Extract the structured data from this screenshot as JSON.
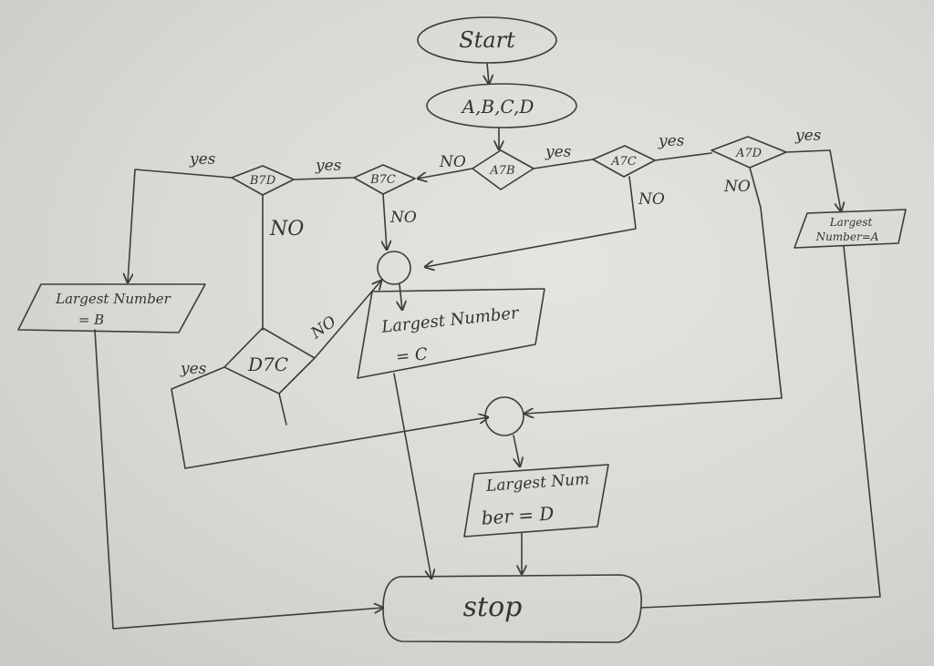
{
  "nodes": {
    "start": "Start",
    "input": "A,B,C,D",
    "a_gt_b": "A7B",
    "a_gt_c": "A7C",
    "a_gt_d": "A7D",
    "b_gt_c": "B7C",
    "b_gt_d": "B7D",
    "d_gt_c": "D7C",
    "largest_a_line1": "Largest",
    "largest_a_line2": "Number=A",
    "largest_b_line1": "Largest Number",
    "largest_b_line2": "= B",
    "largest_c_line1": "Largest Number",
    "largest_c_line2": "= C",
    "largest_d_line1": "Largest Num",
    "largest_d_line2": "ber = D",
    "stop": "stop"
  },
  "edge_labels": {
    "b_gt_d_yes": "yes",
    "b_gt_c_yes": "yes",
    "a_gt_b_no": "NO",
    "a_gt_b_yes": "yes",
    "a_gt_c_yes": "yes",
    "a_gt_d_yes": "yes",
    "b_gt_d_no": "NO",
    "b_gt_c_no": "NO",
    "a_gt_c_no": "NO",
    "a_gt_d_no": "NO",
    "d_gt_c_no": "NO",
    "d_gt_c_yes": "yes"
  },
  "colors": {
    "ink": "#3c3c3c",
    "paper": "#dededa"
  }
}
